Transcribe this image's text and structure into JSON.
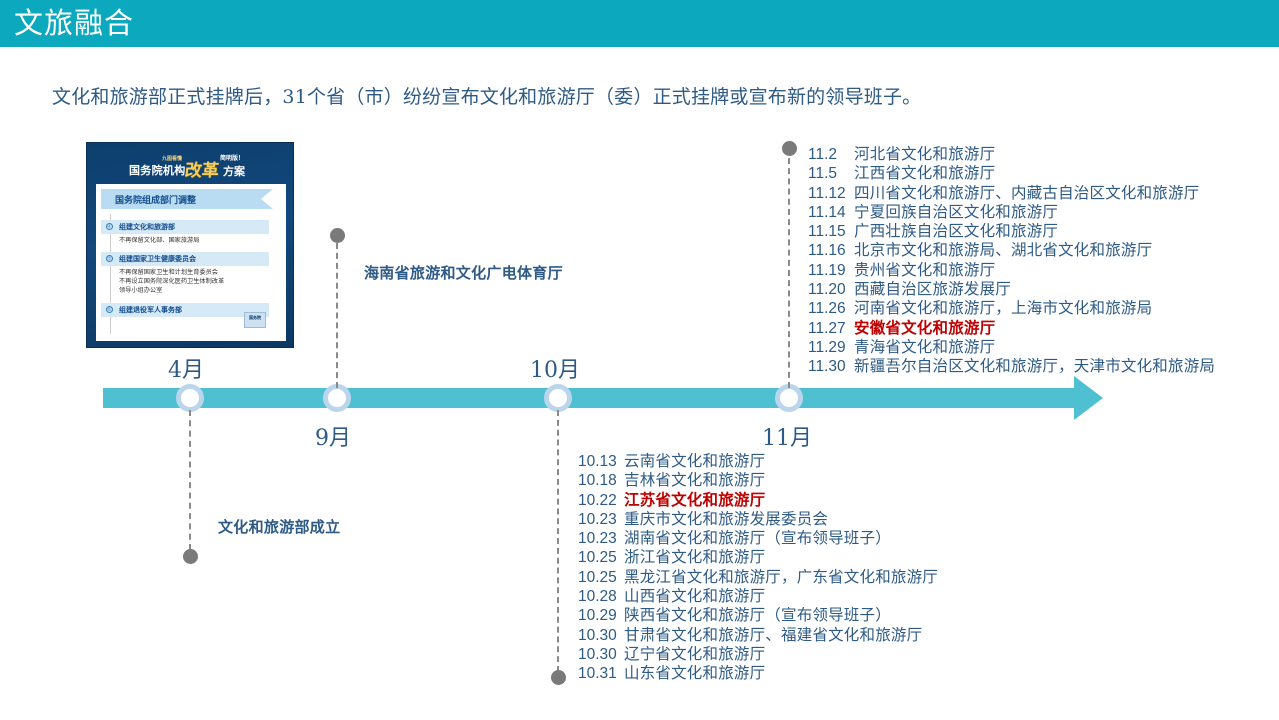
{
  "header": {
    "title": "文旅融合",
    "bar_color": "#0BA8BE"
  },
  "subtitle": "文化和旅游部正式挂牌后，31个省（市）纷纷宣布文化和旅游厅（委）正式挂牌或宣布新的领导班子。",
  "infographic": {
    "head_small_left": "九图看懂",
    "head_small_right": "简明版！",
    "head_main_a": "国务院机构",
    "head_main_b": "改革",
    "head_main_c": "方案",
    "banner": "国务院组成部门调整",
    "items": [
      {
        "bullet": "④",
        "title": "组建文化和旅游部",
        "notes": [
          "不再保留文化部、国家旅游局"
        ]
      },
      {
        "bullet": "⑤",
        "title": "组建国家卫生健康委员会",
        "notes": [
          "不再保留国家卫生和计划生育委员会",
          "不再设立国务院深化医药卫生体制改革",
          "领导小组办公室"
        ]
      },
      {
        "bullet": "⑥",
        "title": "组建退役军人事务部",
        "notes": []
      }
    ],
    "stamp": "国务院"
  },
  "timeline": {
    "bar_color": "#4FC0D2",
    "node_ring_color": "#BBD6EC",
    "nodes": [
      {
        "label": "4月"
      },
      {
        "label": "9月"
      },
      {
        "label": "10月"
      },
      {
        "label": "11月"
      }
    ]
  },
  "annotations": {
    "april": "文化和旅游部成立",
    "september": "海南省旅游和文化广电体育厅"
  },
  "october_events": [
    {
      "date": "10.13",
      "text": "云南省文化和旅游厅",
      "highlight": false
    },
    {
      "date": "10.18",
      "text": "吉林省文化和旅游厅",
      "highlight": false
    },
    {
      "date": "10.22",
      "text": "江苏省文化和旅游厅",
      "highlight": true
    },
    {
      "date": "10.23",
      "text": "重庆市文化和旅游发展委员会",
      "highlight": false
    },
    {
      "date": "10.23",
      "text": "湖南省文化和旅游厅（宣布领导班子）",
      "highlight": false
    },
    {
      "date": "10.25",
      "text": "浙江省文化和旅游厅",
      "highlight": false
    },
    {
      "date": "10.25",
      "text": "黑龙江省文化和旅游厅，广东省文化和旅游厅",
      "highlight": false
    },
    {
      "date": "10.28",
      "text": "山西省文化和旅游厅",
      "highlight": false
    },
    {
      "date": "10.29",
      "text": "陕西省文化和旅游厅（宣布领导班子）",
      "highlight": false
    },
    {
      "date": "10.30",
      "text": "甘肃省文化和旅游厅、福建省文化和旅游厅",
      "highlight": false
    },
    {
      "date": "10.30",
      "text": "辽宁省文化和旅游厅",
      "highlight": false
    },
    {
      "date": "10.31",
      "text": "山东省文化和旅游厅",
      "highlight": false
    }
  ],
  "november_events": [
    {
      "date": "11.2",
      "text": "河北省文化和旅游厅",
      "highlight": false
    },
    {
      "date": "11.5",
      "text": "江西省文化和旅游厅",
      "highlight": false
    },
    {
      "date": "11.12",
      "text": "四川省文化和旅游厅、内藏古自治区文化和旅游厅",
      "highlight": false
    },
    {
      "date": "11.14",
      "text": "宁夏回族自治区文化和旅游厅",
      "highlight": false
    },
    {
      "date": "11.15",
      "text": "广西壮族自治区文化和旅游厅",
      "highlight": false
    },
    {
      "date": "11.16",
      "text": "北京市文化和旅游局、湖北省文化和旅游厅",
      "highlight": false
    },
    {
      "date": "11.19",
      "text": "贵州省文化和旅游厅",
      "highlight": false
    },
    {
      "date": "11.20",
      "text": "西藏自治区旅游发展厅",
      "highlight": false
    },
    {
      "date": "11.26",
      "text": "河南省文化和旅游厅，上海市文化和旅游局",
      "highlight": false
    },
    {
      "date": "11.27",
      "text": "安徽省文化和旅游厅",
      "highlight": true
    },
    {
      "date": "11.29",
      "text": "青海省文化和旅游厅",
      "highlight": false
    },
    {
      "date": "11.30",
      "text": "新疆吾尔自治区文化和旅游厅，天津市文化和旅游局",
      "highlight": false
    }
  ]
}
